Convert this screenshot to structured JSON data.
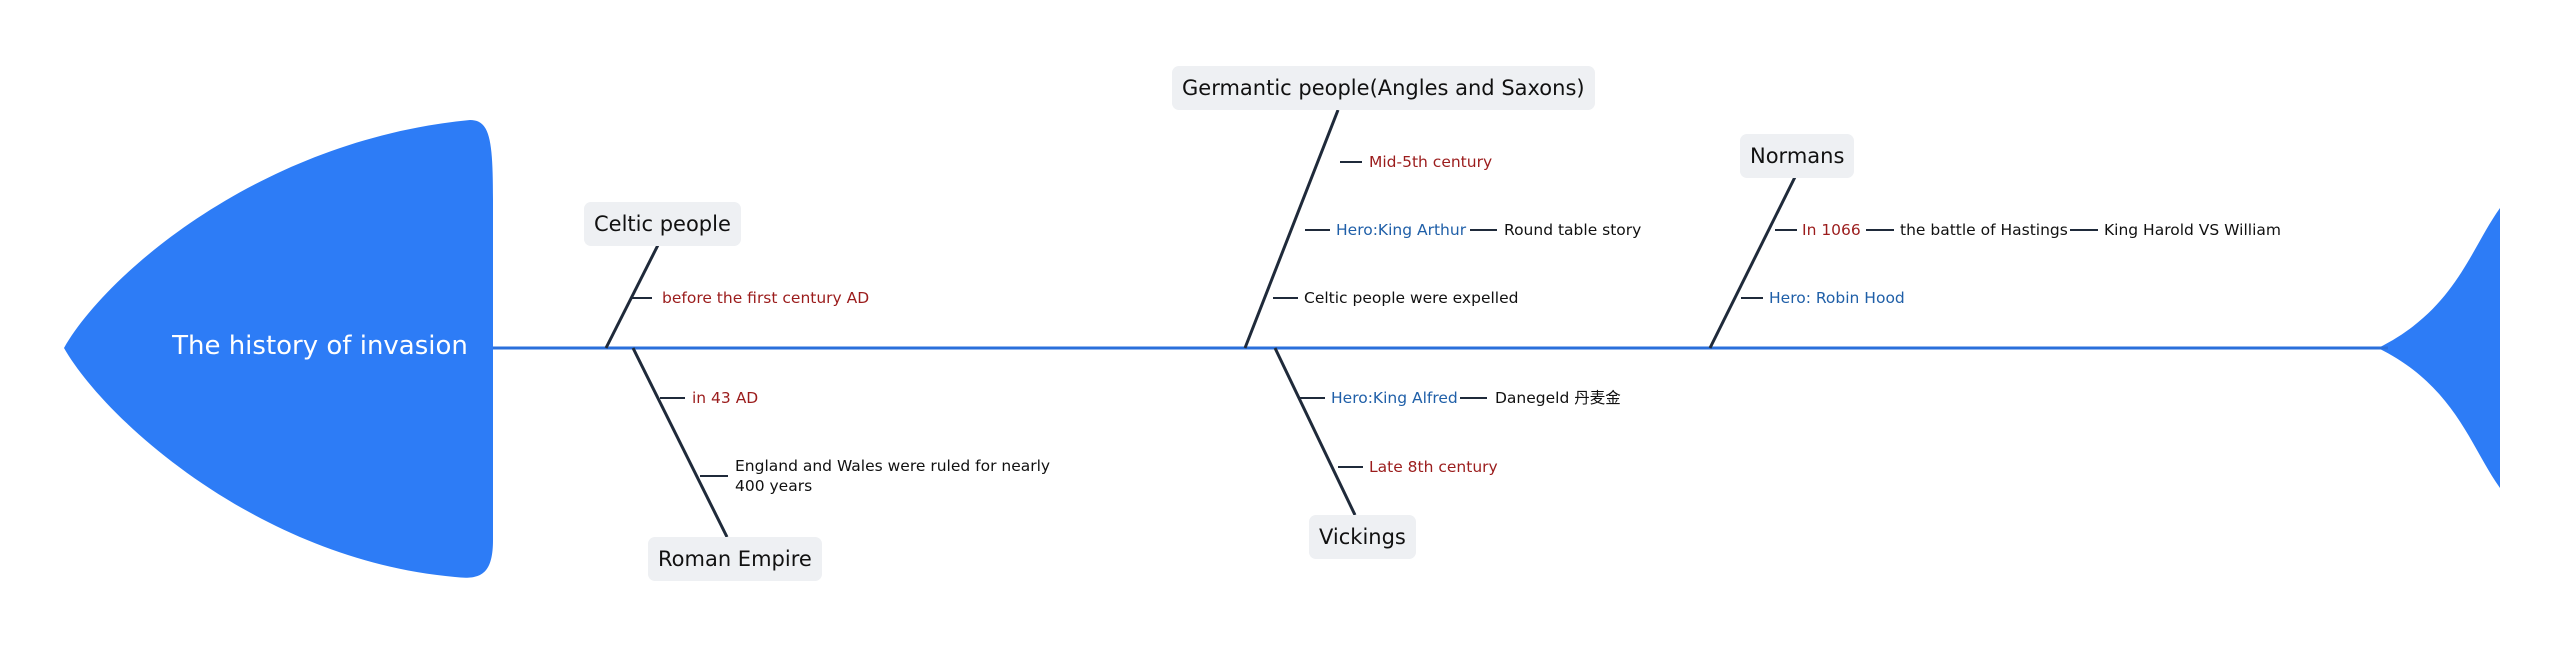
{
  "title": "The history of invasion",
  "colors": {
    "fish": "#2d7cf6",
    "spine": "#2a6fdb",
    "bone": "#1f2a3a",
    "date": "#9b1c1c",
    "hero": "#1f5fa8",
    "topic_bg": "#eef0f3"
  },
  "topics": {
    "celtic": "Celtic people",
    "roman": "Roman Empire",
    "germanic": "Germantic people(Angles and Saxons)",
    "vikings": "Vickings",
    "normans": "Normans"
  },
  "details": {
    "celtic_date": "before the first century AD",
    "roman_date": "in 43 AD",
    "roman_rule": "England and Wales were ruled for nearly 400 years",
    "germanic_date": "Mid-5th century",
    "germanic_hero": "Hero:King Arthur",
    "germanic_story": "Round table story",
    "germanic_expelled": "Celtic people were expelled",
    "vikings_hero": "Hero:King Alfred",
    "vikings_danegeld": "Danegeld 丹麦金",
    "vikings_date": "Late 8th century",
    "normans_date": "In 1066",
    "normans_battle": "the battle of Hastings",
    "normans_kings": "King Harold VS William",
    "normans_hero": "Hero: Robin Hood"
  }
}
